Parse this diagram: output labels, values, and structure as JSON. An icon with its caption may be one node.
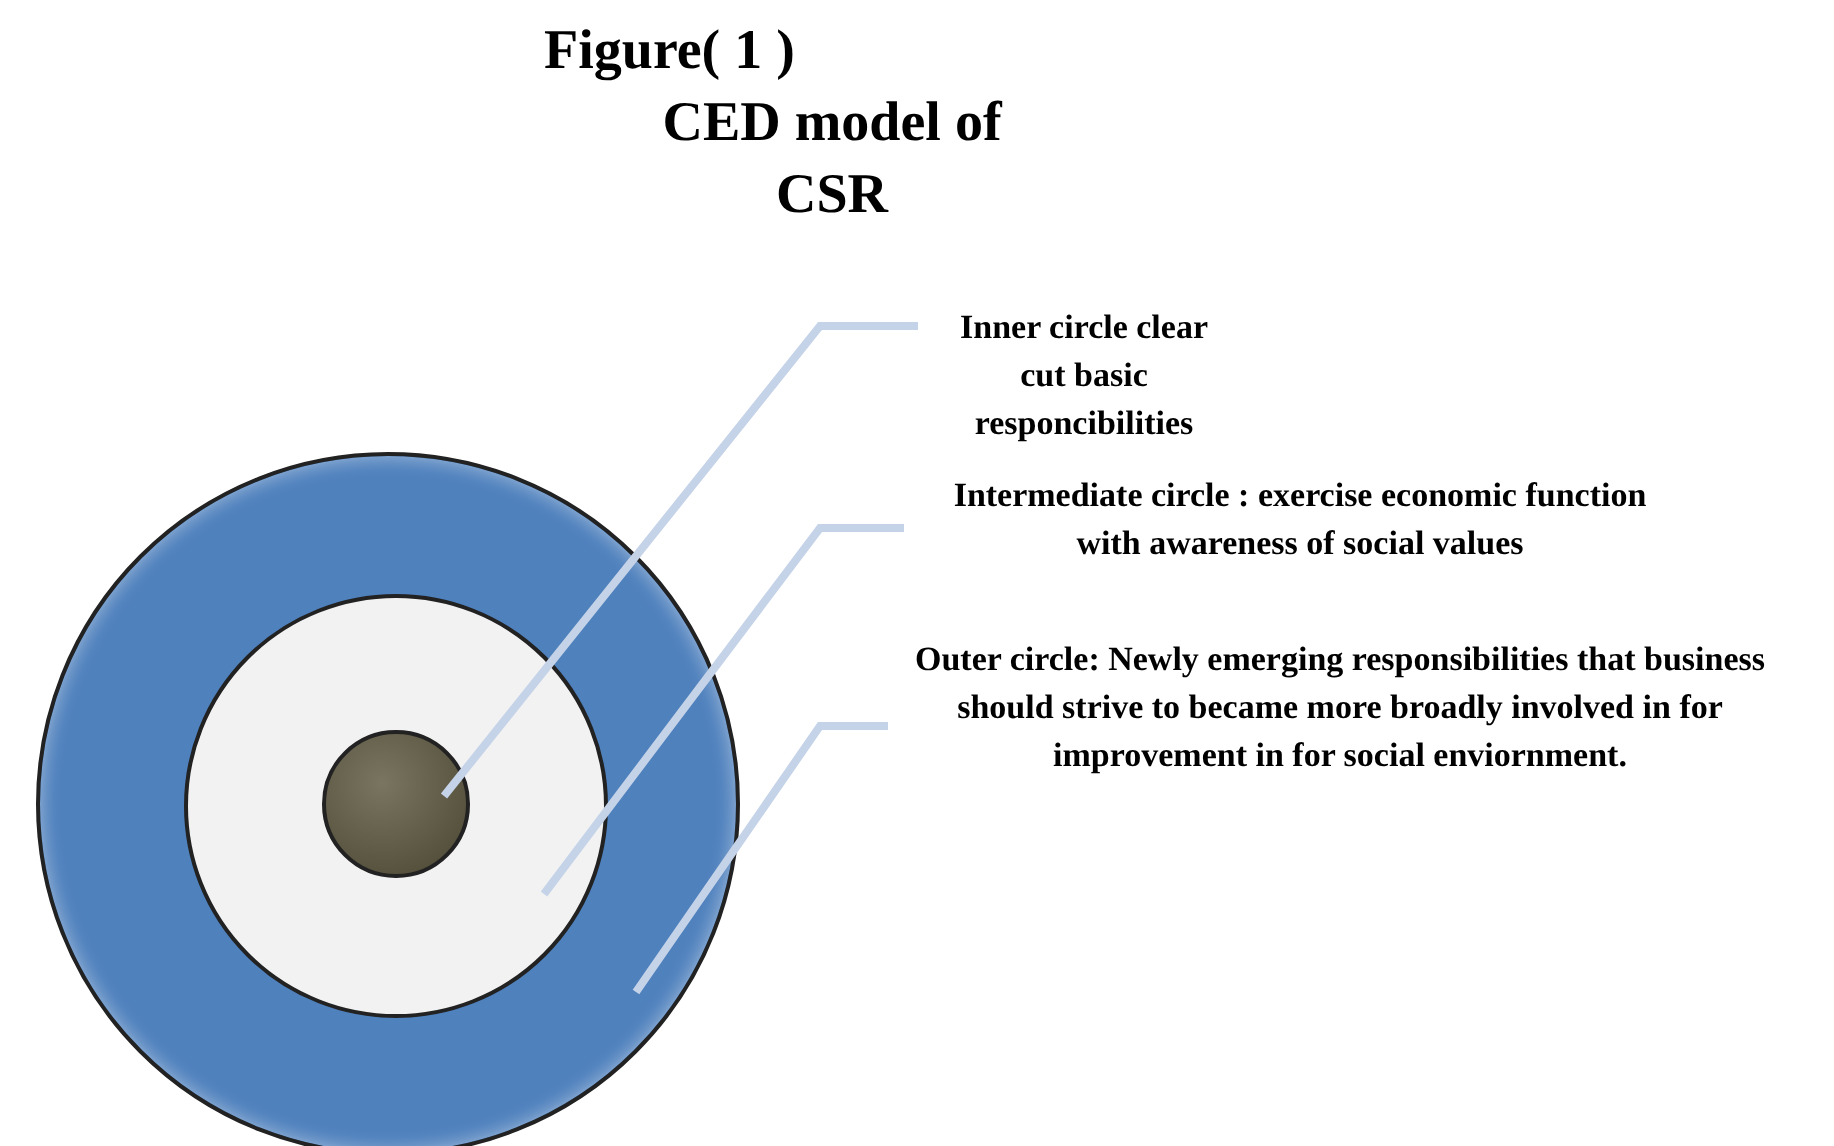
{
  "diagram": {
    "title": "Figure( 1 )",
    "caption": "CED model of CSR",
    "nodes": [
      {
        "text": [],
        "shape": "circle"
      },
      {
        "text": [],
        "shape": "circle",
        "in": 0
      },
      {
        "text": [],
        "shape": "circle",
        "in": 1
      },
      {
        "text": [
          "Inner circle clear cut basic responcibilities"
        ]
      },
      {
        "text": [
          "Intermediate circle : exercise economic function with awareness of social values"
        ]
      },
      {
        "text": [
          "Outer circle: Newly emerging responsibilities that business should strive to became more broadly involved in for improvement in for social enviornment."
        ]
      }
    ],
    "edges": [
      {
        "from": 3,
        "to": 2,
        "arrow": "none"
      },
      {
        "from": 4,
        "to": 1,
        "arrow": "none"
      },
      {
        "from": 5,
        "to": 0,
        "arrow": "none"
      }
    ]
  }
}
